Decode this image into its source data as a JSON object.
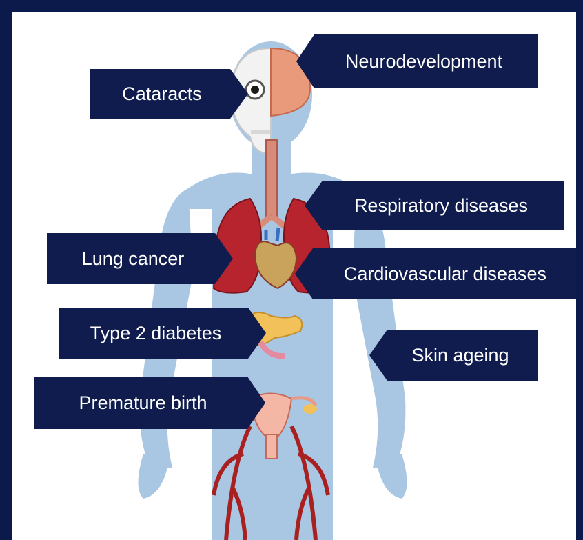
{
  "labels": {
    "neurodevelopment": "Neurodevelopment",
    "cataracts": "Cataracts",
    "respiratory": "Respiratory diseases",
    "lung_cancer": "Lung cancer",
    "cardiovascular": "Cardiovascular diseases",
    "diabetes": "Type 2 diabetes",
    "skin_ageing": "Skin ageing",
    "premature_birth": "Premature birth"
  },
  "colors": {
    "background": "#0b1a4a",
    "label_fill": "#0f1c4d",
    "body_silhouette": "#a9c6e2",
    "organ_red": "#b8242e",
    "pancreas": "#f2c15a"
  }
}
